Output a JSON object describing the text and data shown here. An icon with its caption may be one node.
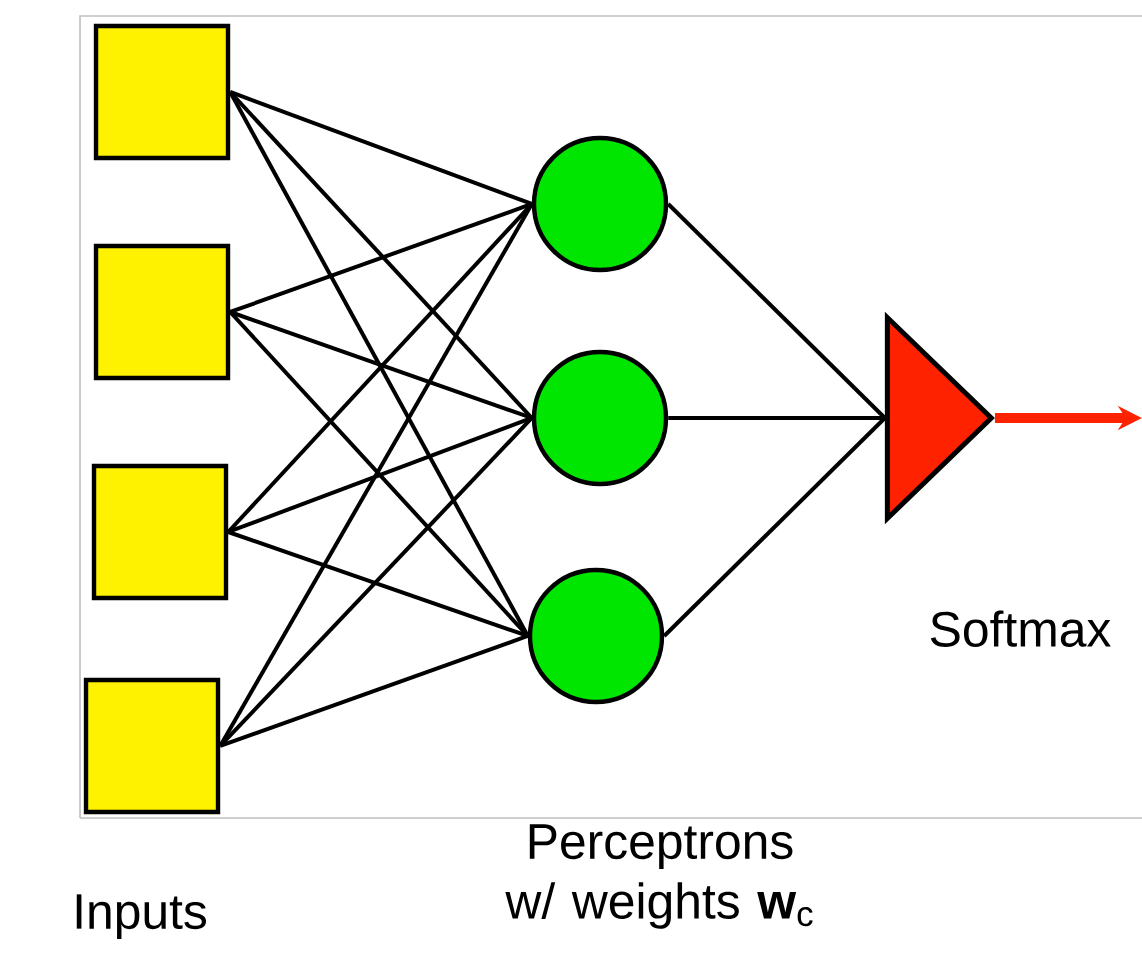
{
  "diagram": {
    "nodes": [
      {
        "text": [],
        "shape": "box"
      },
      {
        "text": [],
        "shape": "box"
      },
      {
        "text": [],
        "shape": "box"
      },
      {
        "text": [],
        "shape": "box"
      },
      {
        "text": [],
        "shape": "circle"
      },
      {
        "text": [],
        "shape": "circle"
      },
      {
        "text": [],
        "shape": "circle"
      },
      {
        "text": [],
        "shape": "triangle",
        "beside": [
          "Softmax"
        ]
      }
    ],
    "edges": [
      {
        "from": 0,
        "to": 4,
        "arrow": "none"
      },
      {
        "from": 0,
        "to": 5,
        "arrow": "none"
      },
      {
        "from": 0,
        "to": 6,
        "arrow": "none"
      },
      {
        "from": 1,
        "to": 4,
        "arrow": "none"
      },
      {
        "from": 1,
        "to": 5,
        "arrow": "none"
      },
      {
        "from": 1,
        "to": 6,
        "arrow": "none"
      },
      {
        "from": 2,
        "to": 4,
        "arrow": "none"
      },
      {
        "from": 2,
        "to": 5,
        "arrow": "none"
      },
      {
        "from": 2,
        "to": 6,
        "arrow": "none"
      },
      {
        "from": 3,
        "to": 4,
        "arrow": "none"
      },
      {
        "from": 3,
        "to": 5,
        "arrow": "none"
      },
      {
        "from": 3,
        "to": 6,
        "arrow": "none"
      },
      {
        "from": 4,
        "to": 7,
        "arrow": "none"
      },
      {
        "from": 5,
        "to": 7,
        "arrow": "none"
      },
      {
        "from": 6,
        "to": 7,
        "arrow": "none"
      },
      {
        "from": 7,
        "to": null,
        "arrow": "to",
        "style": "thick",
        "color": "#ff2200"
      }
    ],
    "labels": [
      "Perceptrons w/ weights **w**$_{c}$",
      "Inputs"
    ]
  }
}
